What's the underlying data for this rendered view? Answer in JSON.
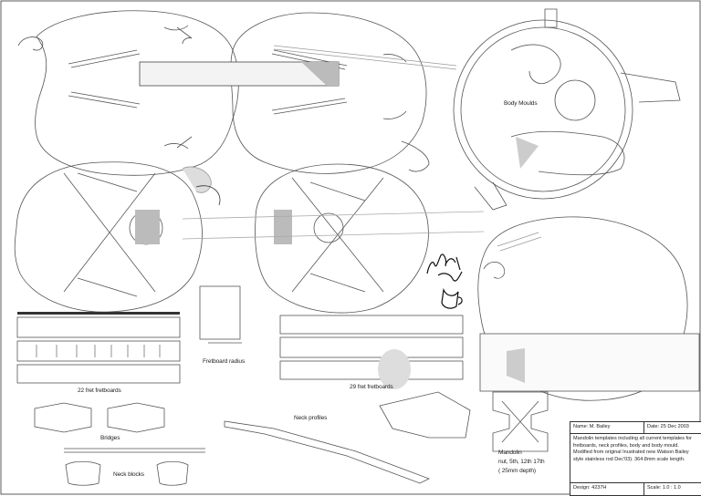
{
  "labels": {
    "body_moulds": "Body Moulds",
    "fretboard_radius": "Fretboard radius",
    "frets_22": "22 fret fretboards",
    "frets_29": "29 fret fretboards",
    "neck_profiles": "Neck profiles",
    "bridges": "Bridges",
    "neck_blocks": "Neck blocks",
    "mandolin_note_1": "Mandolin",
    "mandolin_note_2": "nut, 5th, 12th 17th",
    "mandolin_note_3": "( 25mm depth)"
  },
  "signature": "Watson Bailey",
  "title_block": {
    "name": "Name: M. Bailey",
    "date": "Date: 25 Dec 2003",
    "description": "Mandolin templates including all current templates for fretboards, neck profiles, body and body mould. Modified from original Inustrated new Watson Bailey style stainless rod Dec'03). 364.8mm scale length.",
    "design": "Design: 4237H",
    "scale": "Scale: 1.0 : 1.0"
  }
}
